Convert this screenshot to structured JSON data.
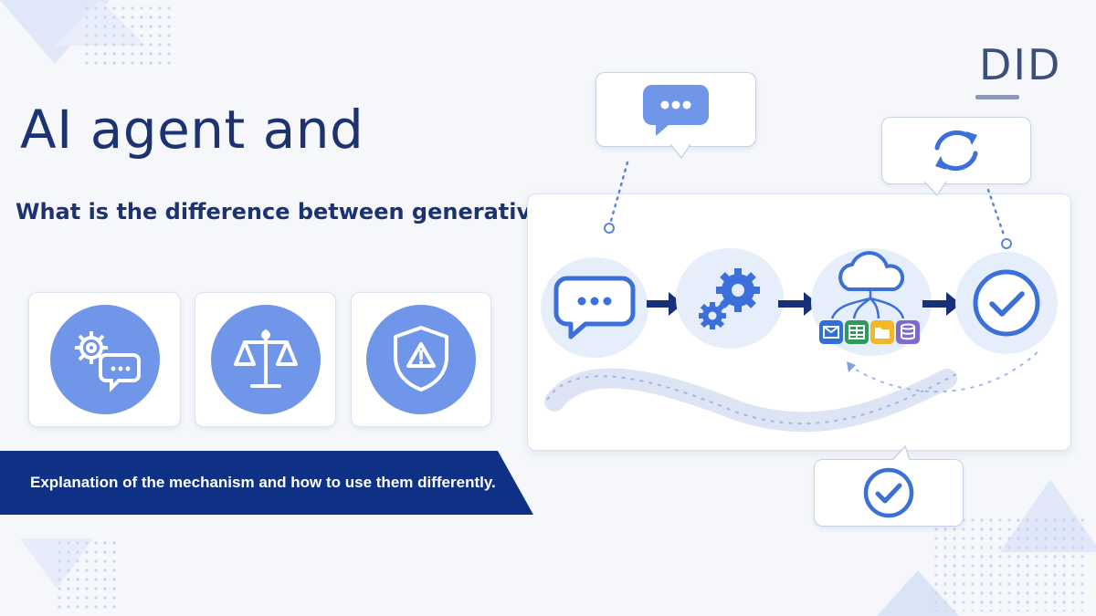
{
  "headline": {
    "title": "AI agent and",
    "subtitle": "What is the difference between generative AI?"
  },
  "banner": {
    "text": "Explanation of the mechanism and how to use them differently."
  },
  "logo": {
    "text": "DID"
  },
  "feature_cards": [
    {
      "icon": "gears-chat-icon"
    },
    {
      "icon": "scales-icon"
    },
    {
      "icon": "shield-warning-icon"
    }
  ],
  "flow_steps": [
    {
      "icon": "chat-bubble-icon"
    },
    {
      "icon": "gears-icon"
    },
    {
      "icon": "cloud-network-icon"
    },
    {
      "icon": "checkmark-icon"
    }
  ],
  "colors": {
    "navy": "#0e3185",
    "title_navy": "#1d3270",
    "accent_blue": "#6f96e8",
    "icon_blue": "#3b6fd9",
    "light_circle": "#e7eefb",
    "mail_blue": "#2f6fd6",
    "sheet_green": "#2e9a57",
    "folder_yellow": "#f2b82b",
    "db_purple": "#7b6bd0"
  }
}
